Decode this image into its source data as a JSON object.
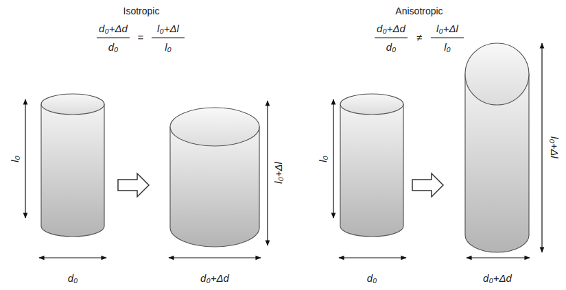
{
  "diagram": {
    "labels": [
      "Isotropic",
      "d₀+Δd",
      "d₀",
      "=",
      "l₀+Δl",
      "l₀",
      "Anisotropic",
      "d₀+Δd",
      "d₀",
      "≠",
      "l₀+Δl",
      "l₀",
      "l₀",
      "l₀+Δl",
      "d₀",
      "d₀+Δd",
      "l₀",
      "l₀+Δl",
      "d₀",
      "d₀+Δd"
    ]
  }
}
